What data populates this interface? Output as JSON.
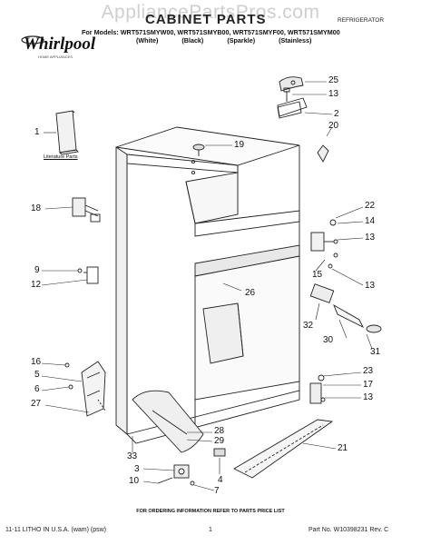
{
  "watermark": "AppliancePartsPros.com",
  "header": {
    "title": "CABINET PARTS",
    "appliance_type": "REFRIGERATOR",
    "brand": "Whirlpool",
    "brand_sub": "HOME APPLIANCES",
    "models_line": "For Models: WRT571SMYW00, WRT571SMYB00, WRT571SMYF00, WRT571SMYM00",
    "variants": [
      "(White)",
      "(Black)",
      "(Sparkle)",
      "(Stainless)"
    ]
  },
  "literature_label": "Literature Parts",
  "callouts": {
    "c25": "25",
    "c13a": "13",
    "c2": "2",
    "c20": "20",
    "c1": "1",
    "c19": "19",
    "c22": "22",
    "c14": "14",
    "c13b": "13",
    "c18": "18",
    "c15": "15",
    "c9": "9",
    "c12": "12",
    "c26": "26",
    "c13c": "13",
    "c32": "32",
    "c30": "30",
    "c31": "31",
    "c16": "16",
    "c5": "5",
    "c6": "6",
    "c27": "27",
    "c23": "23",
    "c17": "17",
    "c13d": "13",
    "c28": "28",
    "c29": "29",
    "c21": "21",
    "c33": "33",
    "c3": "3",
    "c10": "10",
    "c4": "4",
    "c7": "7"
  },
  "footer": {
    "ordering_note": "FOR ORDERING INFORMATION REFER TO PARTS PRICE LIST",
    "litho": "11-11 LITHO IN U.S.A. (wam) (psw)",
    "page": "1",
    "part_no": "Part No. W10398231 Rev. C"
  }
}
